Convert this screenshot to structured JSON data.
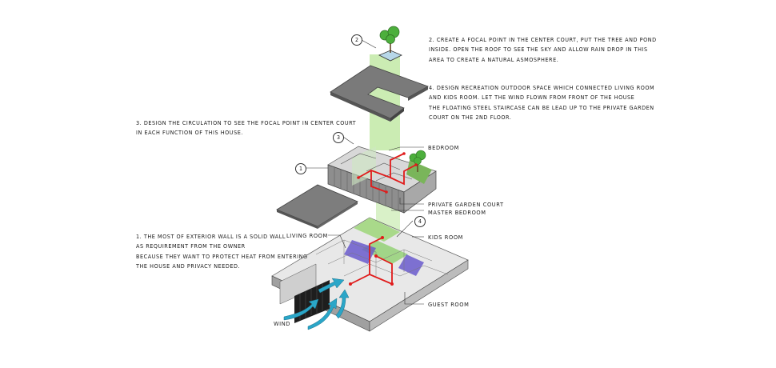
{
  "notes": {
    "n1": "1. THE MOST OF EXTERIOR WALL IS A SOLID WALL\nAS REQUIREMENT FROM THE OWNER\nBECAUSE THEY WANT TO PROTECT HEAT FROM ENTERING\nTHE HOUSE AND PRIVACY NEEDED.",
    "n2": "2. CREATE A FOCAL POINT IN THE CENTER COURT, PUT THE TREE AND POND\nINSIDE. OPEN THE ROOF TO SEE THE SKY AND ALLOW RAIN DROP IN THIS\nAREA TO CREATE A NATURAL ASMOSPHERE.",
    "n3": "3. DESIGN THE CIRCULATION TO SEE THE FOCAL POINT IN CENTER COURT\nIN EACH FUNCTION OF THIS HOUSE.",
    "n4": "4. DESIGN RECREATION OUTDOOR SPACE WHICH CONNECTED LIVING ROOM\nAND KIDS ROOM. LET THE WIND FLOWN FROM FRONT OF THE HOUSE\nTHE FLOATING STEEL STAIRCASE CAN BE LEAD UP TO THE PRIVATE GARDEN\nCOURT ON THE 2ND FLOOR."
  },
  "labels": {
    "bedroom": "BEDROOM",
    "private_garden_court": "PRIVATE GARDEN COURT",
    "master_bedroom": "MASTER BEDROOM",
    "living_room": "LIVING ROOM",
    "kids_room": "KIDS ROOM",
    "guest_room": "GUEST ROOM",
    "wind": "WIND"
  },
  "markers": {
    "m1": "1",
    "m2": "2",
    "m3": "3",
    "m4": "4"
  },
  "colors": {
    "shaft_green": "#b9e59a",
    "tree_green": "#4caf3c",
    "circulation_red": "#e01b1b",
    "pool_purple": "#6a5acd",
    "wind_blue": "#2aa6c8",
    "roof_gray": "#7a7a7a"
  }
}
